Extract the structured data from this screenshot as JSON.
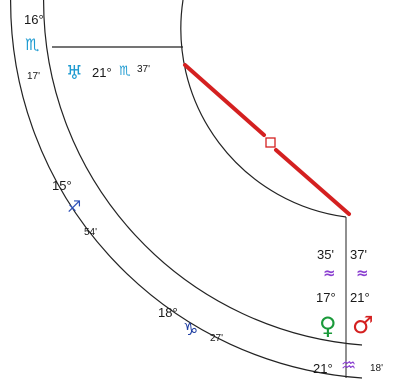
{
  "colors": {
    "line": "#222222",
    "aspect_opposition": "#d42020",
    "water": "#1d9ad0",
    "fire": "#2c4fb8",
    "earth": "#1a3aa0",
    "air": "#8a3fd0",
    "venus": "#1a9a3a",
    "mars": "#d42020"
  },
  "cusps": {
    "top": {
      "degree": "16°",
      "sign_glyph": "♏",
      "sign_icon": "scorpio-icon",
      "minutes": "17'"
    },
    "mid": {
      "degree": "15°",
      "sign_glyph": "♐",
      "sign_icon": "sagittarius-icon",
      "minutes": "54'"
    },
    "low": {
      "degree": "18°",
      "sign_glyph": "♑",
      "sign_icon": "capricorn-icon",
      "minutes": "27'"
    },
    "bottom": {
      "degree": "21°",
      "sign_glyph": "♒",
      "sign_icon": "aquarius-icon",
      "minutes": "18'"
    }
  },
  "planets": {
    "uranus": {
      "glyph": "♅",
      "icon": "uranus-icon",
      "degree": "21°",
      "sign_glyph": "♏",
      "minutes": "37'"
    },
    "venus": {
      "glyph": "♀",
      "icon": "venus-icon",
      "minutes": "35'",
      "sign_glyph": "≈",
      "degree": "17°"
    },
    "mars": {
      "glyph": "♂",
      "icon": "mars-icon",
      "minutes": "37'",
      "sign_glyph": "≈",
      "degree": "21°"
    }
  },
  "aspects": [
    {
      "type": "opposition",
      "marker_icon": "opposition-square-icon"
    }
  ]
}
